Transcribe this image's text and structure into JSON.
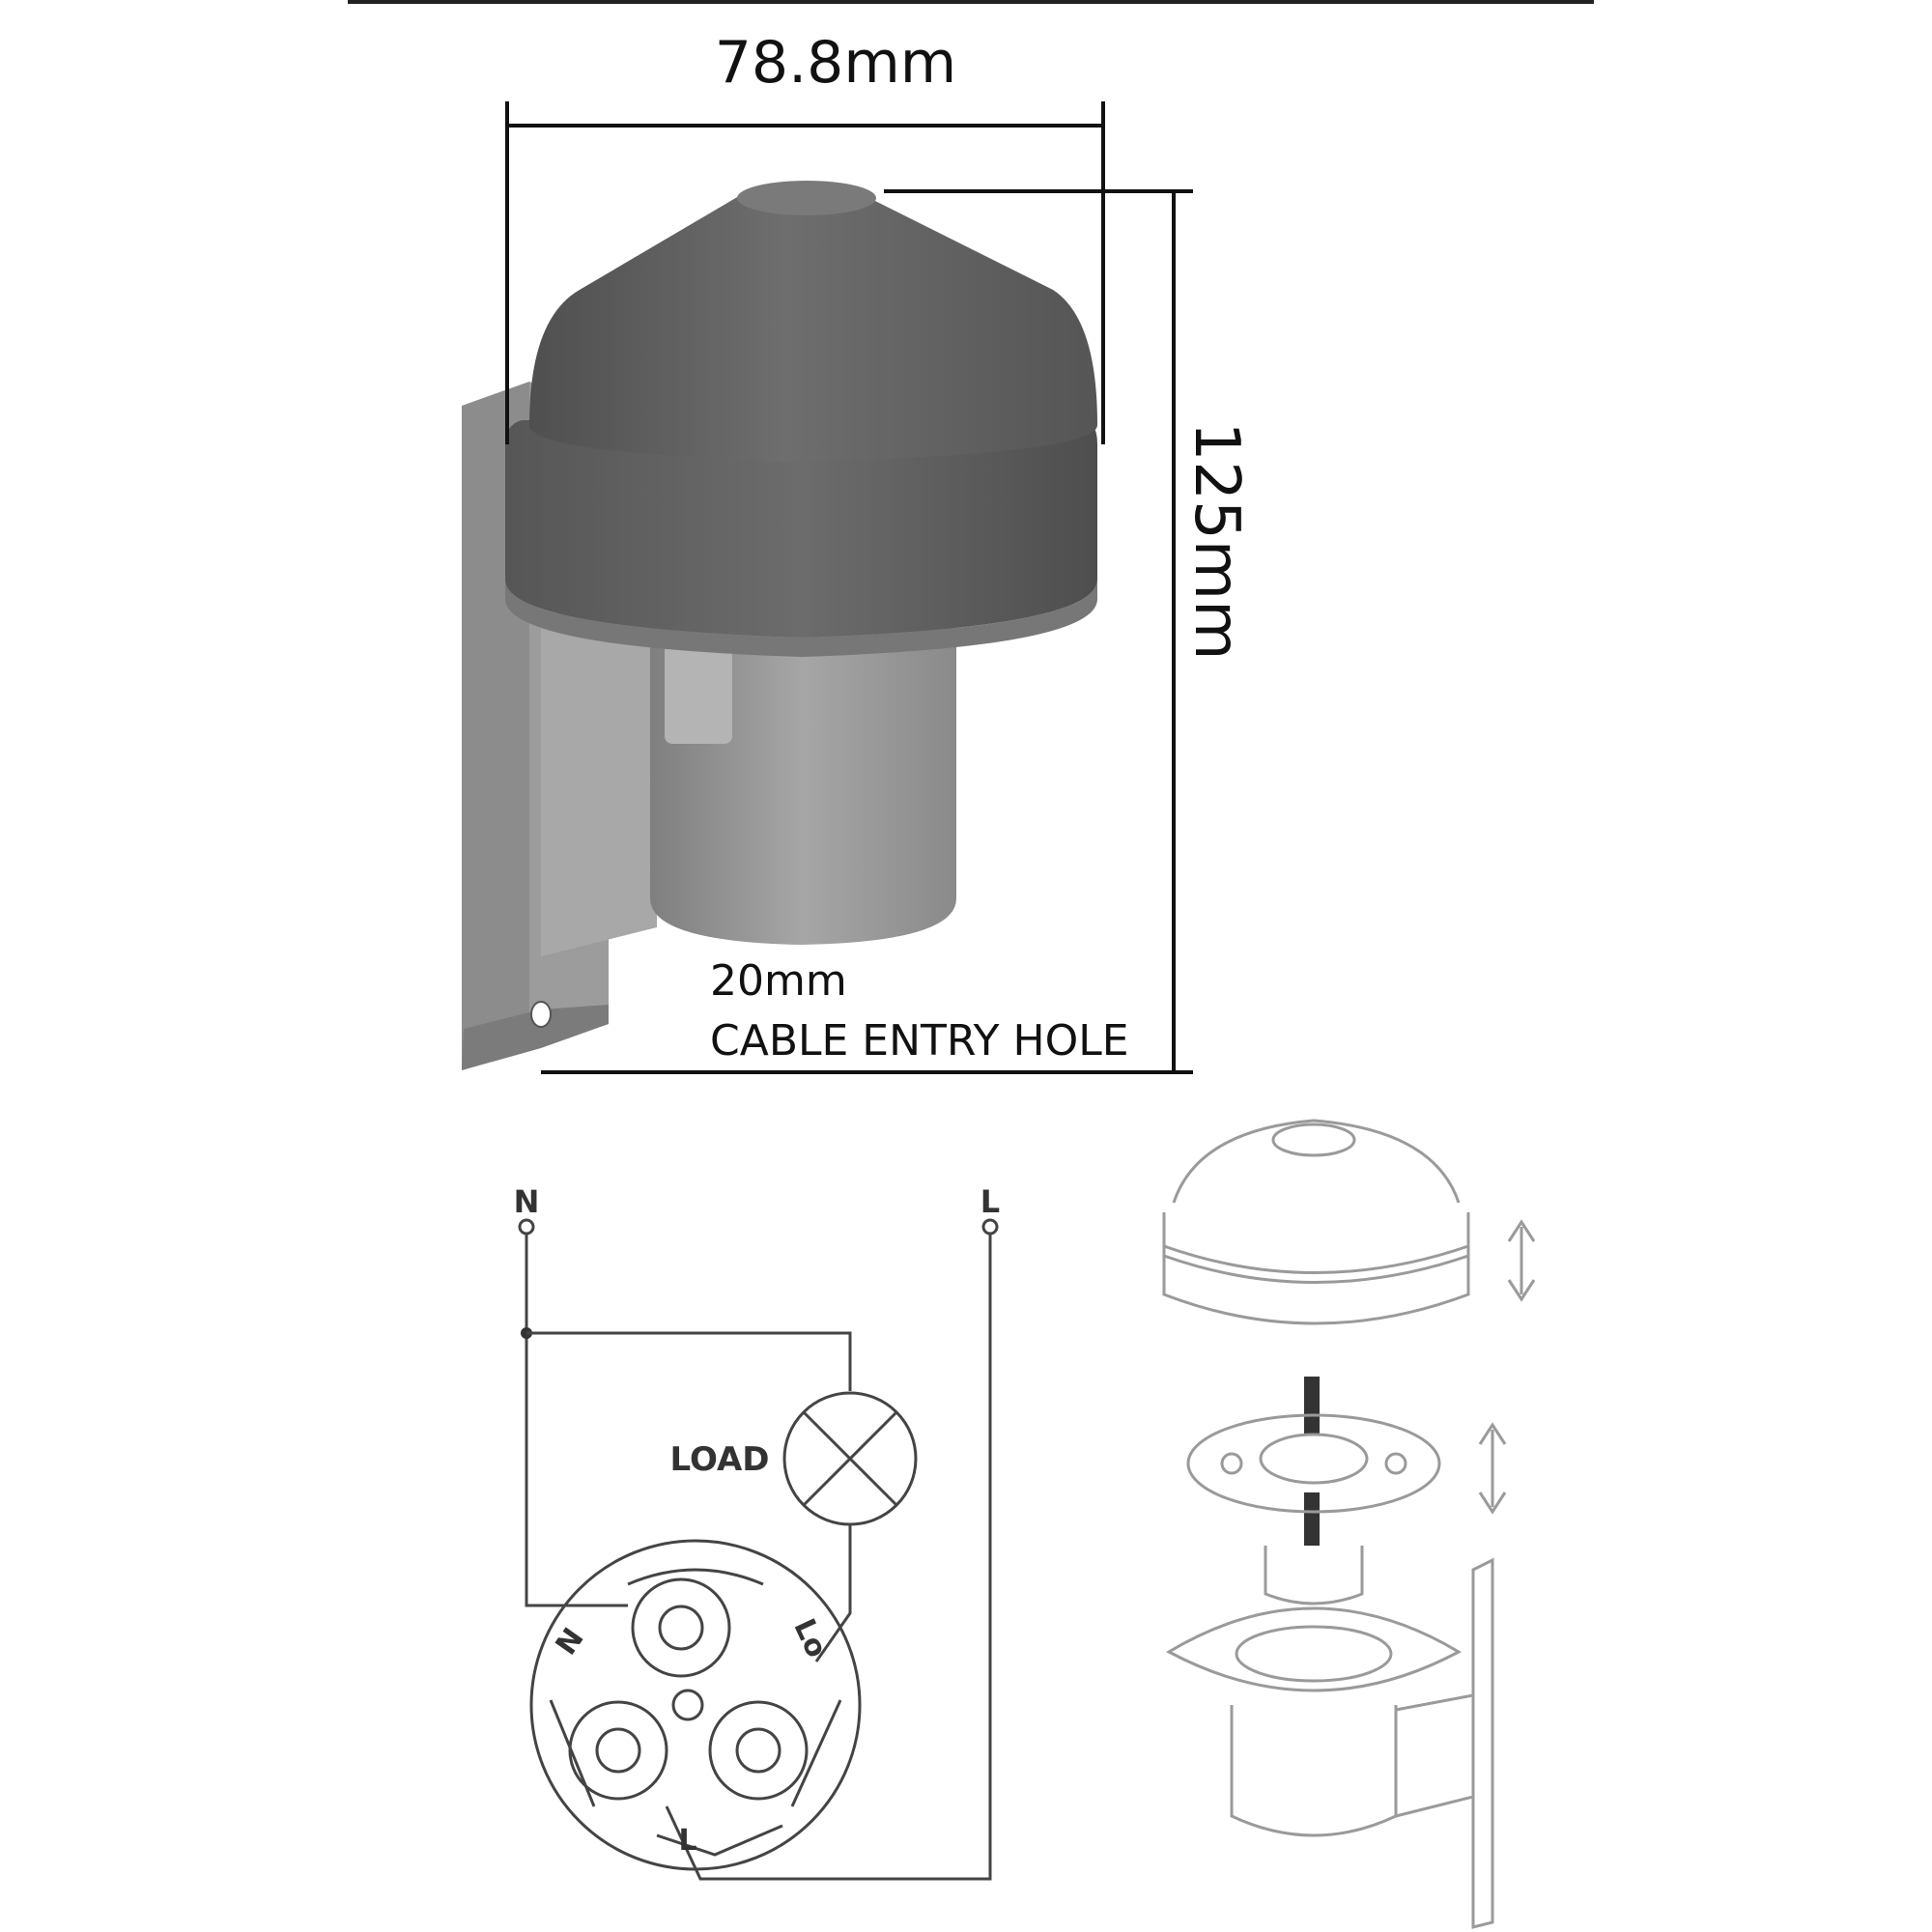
{
  "dimensions": {
    "width_label": "78.8mm",
    "height_label": "125mm",
    "hole_size_label": "20mm",
    "hole_caption": "CABLE ENTRY HOLE"
  },
  "wiring": {
    "neutral_label": "N",
    "live_label": "L",
    "load_label": "LOAD",
    "terminal_n": "N",
    "terminal_lo": "Lo",
    "terminal_l": "L"
  },
  "colors": {
    "body_dark": "#5e5e5e",
    "body_mid": "#7a7a7a",
    "body_light": "#a0a0a0",
    "bracket": "#8c8c8c",
    "outline": "#111111"
  },
  "icons": {
    "adjust_arrow": "double-headed-vertical-arrow"
  }
}
